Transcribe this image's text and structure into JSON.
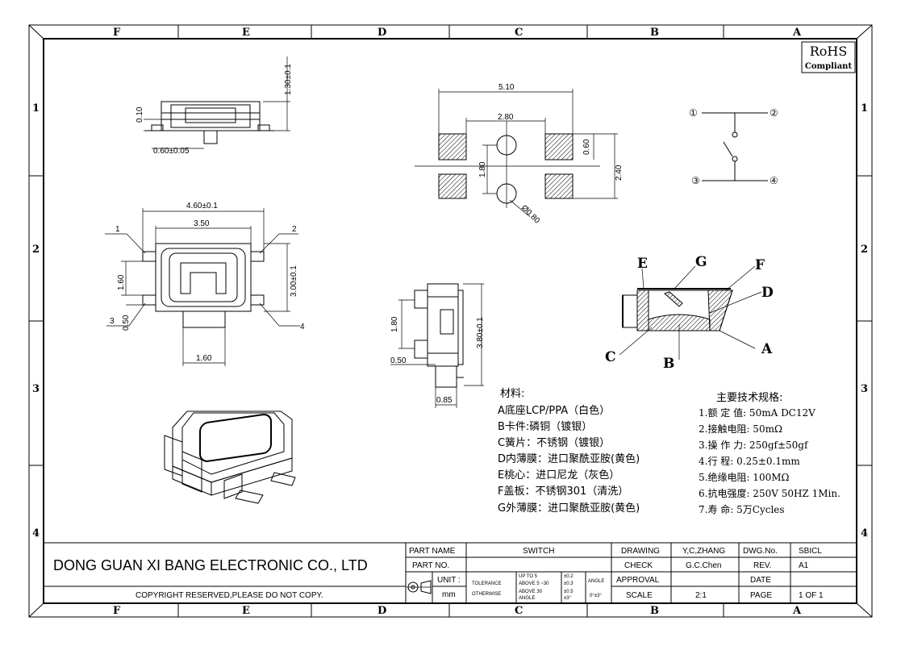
{
  "border": {
    "columns": [
      "F",
      "E",
      "D",
      "C",
      "B",
      "A"
    ],
    "rows": [
      "1",
      "2",
      "3",
      "4"
    ]
  },
  "rohs": {
    "line1": "RoHS",
    "line2": "Compliant"
  },
  "side_view": {
    "dim_height": "1.30±0.1",
    "dim_thick": "0.10",
    "dim_lead": "0.60±0.05"
  },
  "top_view": {
    "dim_width": "4.60±0.1",
    "dim_inner": "3.50",
    "dim_height": "3.00±0.1",
    "dim_pitch": "1.60",
    "dim_lead": "0.50",
    "dim_bottom": "1.60",
    "pins": [
      "1",
      "2",
      "3",
      "4"
    ]
  },
  "end_view": {
    "dim_a": "1.80",
    "dim_b": "0.50",
    "dim_c": "3.80±0.1",
    "dim_d": "0.85"
  },
  "footprint": {
    "dim_width": "5.10",
    "dim_inner": "2.80",
    "dim_pad": "0.60",
    "dim_gap": "1.80",
    "dim_height": "2.40",
    "dim_hole": "Ø0.80"
  },
  "schematic": {
    "pins": [
      "①",
      "②",
      "③",
      "④"
    ]
  },
  "section_labels": [
    "E",
    "G",
    "F",
    "D",
    "A",
    "C",
    "B"
  ],
  "materials": {
    "title": "材料:",
    "items": [
      "A底座LCP/PPA（白色）",
      "B卡件:磷铜（镀银）",
      "C簧片：不锈钢（镀银）",
      "D内薄膜：进口聚酰亚胺(黄色)",
      "E桃心：进口尼龙（灰色）",
      "F盖板：不锈钢301（清洗）",
      "G外薄膜：进口聚酰亚胺(黄色)"
    ]
  },
  "specs": {
    "title": "主要技术规格:",
    "items": [
      "1.额 定 值: 50mA DC12V",
      "2.接触电阻: 50mΩ",
      "3.操 作 力: 250gf±50gf",
      "4.行    程: 0.25±0.1mm",
      "5.绝缘电阻: 100MΩ",
      "6.抗电强度: 250V 50HZ 1Min.",
      "7.寿    命: 5万Cycles"
    ]
  },
  "title_block": {
    "company": "DONG GUAN XI BANG ELECTRONIC CO., LTD",
    "copyright": "COPYRIGHT RESERVED,PLEASE DO NOT COPY.",
    "part_name_label": "PART NAME",
    "part_name": "SWITCH",
    "part_no_label": "PART NO.",
    "unit_label": "UNIT :",
    "unit": "mm",
    "tolerance": "TOLERANCE",
    "otherwise": "OTHERWISE",
    "tol_rows": [
      {
        "range": "UP TO 5",
        "value": "±0.2"
      },
      {
        "range": "ABOVE 5 ~30",
        "value": "±0.3"
      },
      {
        "range": "ABOVE 30",
        "value": "±0.5"
      },
      {
        "range": "ANGLE",
        "value": "±3°"
      }
    ],
    "angle_label": "ANGLE",
    "angle_value": "0°±3°",
    "drawing_label": "DRAWING",
    "drawing": "Y,C,ZHANG",
    "check_label": "CHECK",
    "check": "G.C.Chen",
    "approval_label": "APPROVAL",
    "scale_label": "SCALE",
    "scale": "2:1",
    "dwg_label": "DWG.No.",
    "dwg": "SBICL",
    "rev_label": "REV.",
    "rev": "A1",
    "date_label": "DATE",
    "page_label": "PAGE",
    "page": "1  OF  1"
  }
}
